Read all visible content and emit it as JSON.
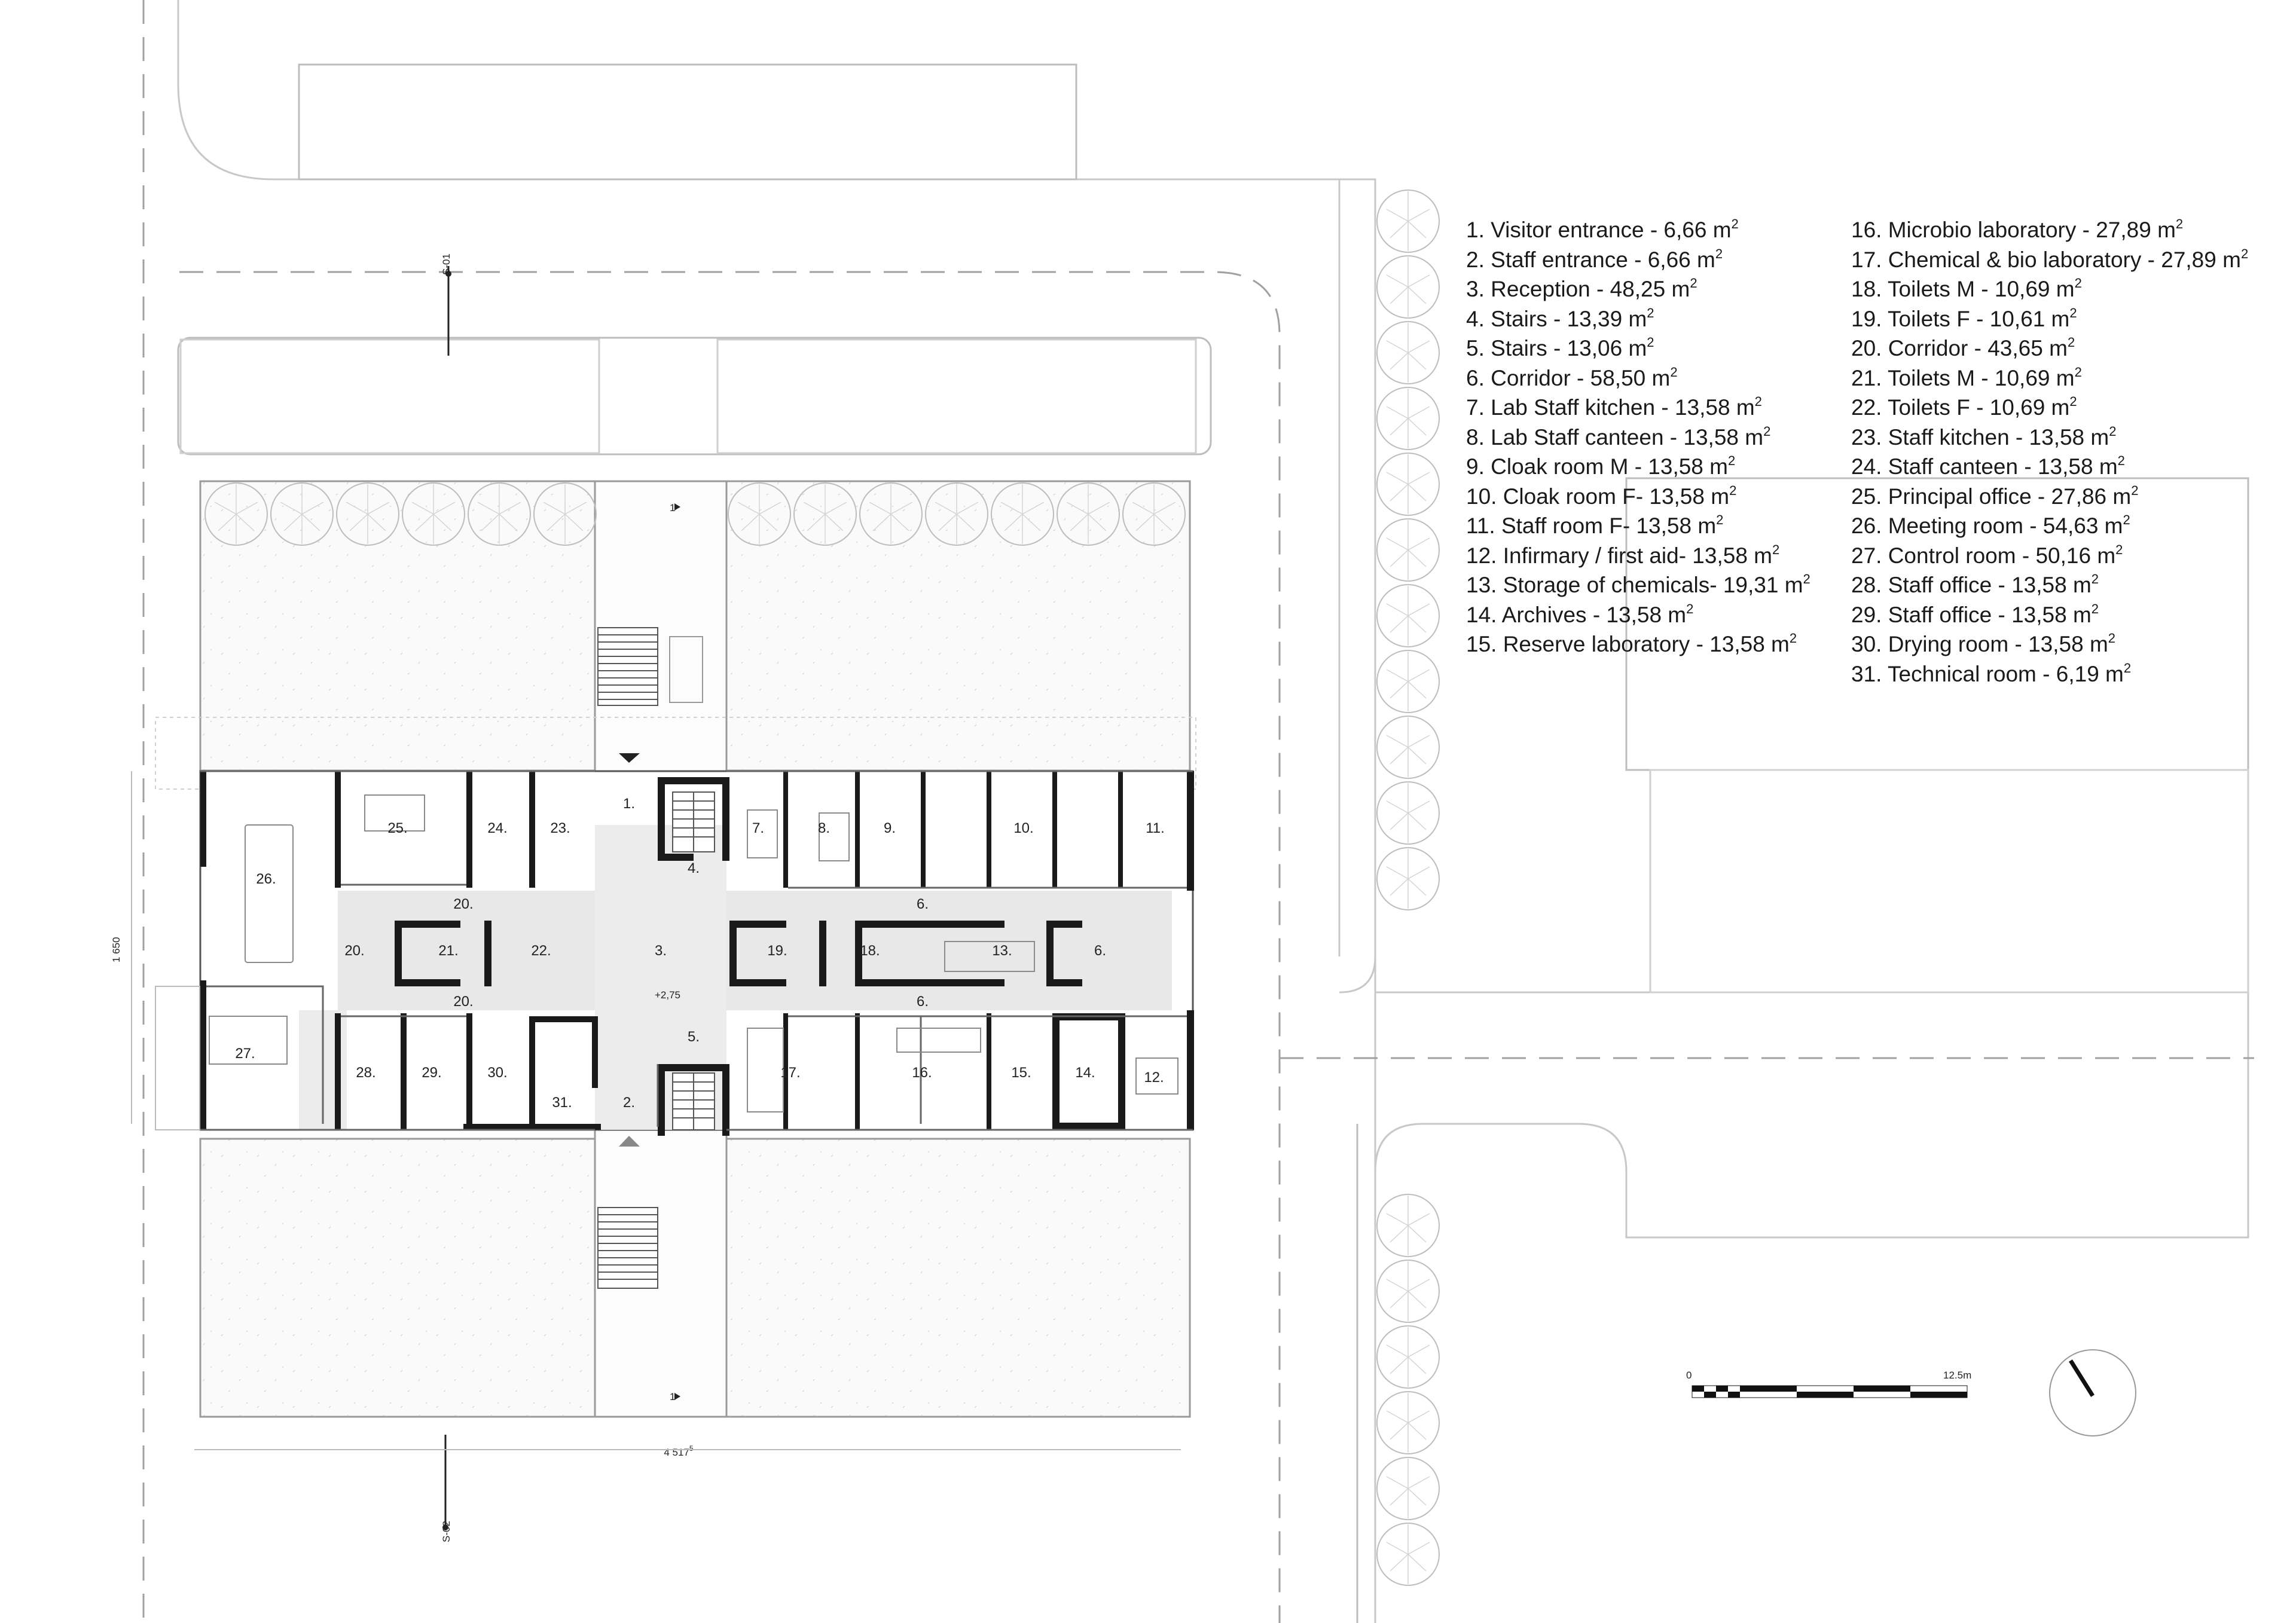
{
  "legend": {
    "left": [
      {
        "text": "1. Visitor entrance - 6,66 m",
        "sup": "2"
      },
      {
        "text": "2. Staff entrance - 6,66 m",
        "sup": "2"
      },
      {
        "text": "3. Reception - 48,25 m",
        "sup": "2"
      },
      {
        "text": "4. Stairs - 13,39 m",
        "sup": "2"
      },
      {
        "text": "5. Stairs - 13,06 m",
        "sup": "2"
      },
      {
        "text": "6. Corridor - 58,50 m",
        "sup": "2"
      },
      {
        "text": "7. Lab Staff kitchen - 13,58 m",
        "sup": "2"
      },
      {
        "text": "8. Lab Staff canteen - 13,58 m",
        "sup": "2"
      },
      {
        "text": "9. Cloak room M - 13,58 m",
        "sup": "2"
      },
      {
        "text": "10. Cloak room F- 13,58 m",
        "sup": "2"
      },
      {
        "text": "11. Staff room F- 13,58 m",
        "sup": "2"
      },
      {
        "text": "12. Infirmary / first aid- 13,58 m",
        "sup": "2"
      },
      {
        "text": "13. Storage of chemicals- 19,31 m",
        "sup": "2"
      },
      {
        "text": "14. Archives - 13,58 m",
        "sup": "2"
      },
      {
        "text": "15. Reserve laboratory - 13,58 m",
        "sup": "2"
      }
    ],
    "right": [
      {
        "text": "16. Microbio laboratory - 27,89 m",
        "sup": "2"
      },
      {
        "text": "17. Chemical & bio laboratory - 27,89 m",
        "sup": "2"
      },
      {
        "text": "18. Toilets M - 10,69 m",
        "sup": "2"
      },
      {
        "text": "19. Toilets F - 10,61 m",
        "sup": "2"
      },
      {
        "text": "20. Corridor - 43,65 m",
        "sup": "2"
      },
      {
        "text": "21. Toilets M - 10,69 m",
        "sup": "2"
      },
      {
        "text": "22. Toilets F - 10,69 m",
        "sup": "2"
      },
      {
        "text": "23. Staff kitchen - 13,58 m",
        "sup": "2"
      },
      {
        "text": "24. Staff canteen - 13,58 m",
        "sup": "2"
      },
      {
        "text": "25. Principal office - 27,86 m",
        "sup": "2"
      },
      {
        "text": "26. Meeting room - 54,63 m",
        "sup": "2"
      },
      {
        "text": "27. Control room - 50,16 m",
        "sup": "2"
      },
      {
        "text": "28. Staff office - 13,58 m",
        "sup": "2"
      },
      {
        "text": "29. Staff office - 13,58 m",
        "sup": "2"
      },
      {
        "text": "30. Drying room - 13,58 m",
        "sup": "2"
      },
      {
        "text": "31. Technical room - 6,19 m",
        "sup": "2"
      }
    ]
  },
  "room_labels": {
    "r1": "1.",
    "r2": "2.",
    "r3": "3.",
    "r4": "4.",
    "r5": "5.",
    "r6a": "6.",
    "r6b": "6.",
    "r6c": "6.",
    "r7": "7.",
    "r8": "8.",
    "r9": "9.",
    "r10": "10.",
    "r11": "11.",
    "r12": "12.",
    "r13": "13.",
    "r14": "14.",
    "r15": "15.",
    "r16": "16.",
    "r17": "17.",
    "r18": "18.",
    "r19": "19.",
    "r20a": "20.",
    "r20b": "20.",
    "r20c": "20.",
    "r21": "21.",
    "r22": "22.",
    "r23": "23.",
    "r24": "24.",
    "r25": "25.",
    "r26": "26.",
    "r27": "27.",
    "r28": "28.",
    "r29": "29.",
    "r30": "30.",
    "r31": "31."
  },
  "annotations": {
    "level": "+2,75",
    "dim_vertical": "1 650",
    "dim_horizontal": "4 517",
    "dim_horizontal_sup": "5",
    "section_mark_top": "1",
    "section_mark_bottom": "1",
    "section_ref_top": "S-01",
    "section_ref_bottom": "S-02"
  },
  "scale_bar": {
    "start": "0",
    "end": "12.5m"
  }
}
